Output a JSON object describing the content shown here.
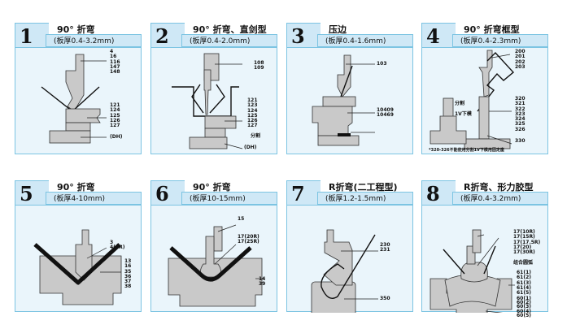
{
  "panels": [
    {
      "number": "1",
      "title": "90° 折弯",
      "range": "(板厚0.4-3.2mm)",
      "labels": [
        "4\n16\n116\n147\n148",
        "121\n124\n125\n126\n127",
        "(DH)"
      ]
    },
    {
      "number": "2",
      "title": "90° 折弯、直剑型",
      "range": "(板厚0.4-2.0mm)",
      "labels": [
        "108\n109",
        "121\n123\n124\n125\n126\n127",
        "分割",
        "(DH)"
      ]
    },
    {
      "number": "3",
      "title": "压边",
      "range": "(板厚0.4-1.6mm)",
      "labels": [
        "103",
        "10409\n10469"
      ]
    },
    {
      "number": "4",
      "title": "90° 折弯框型",
      "range": "(板厚0.4-2.3mm)",
      "labels": [
        "200\n201\n202\n203",
        "分割\n\n1V下模",
        "320\n321\n322\n323\n324\n325\n326",
        "330",
        "*320-326不能使用分割1V下模用固定座"
      ]
    },
    {
      "number": "5",
      "title": "90° 折弯",
      "range": "(板厚4-10mm)",
      "labels": [
        "3\n4(3R)",
        "13\n16\n35\n36\n37\n38"
      ]
    },
    {
      "number": "6",
      "title": "90° 折弯",
      "range": "(板厚10-15mm)",
      "labels": [
        "15",
        "17(20R)\n17(25R)",
        "14\n39"
      ]
    },
    {
      "number": "7",
      "title": "R折弯(二工程型)",
      "range": "(板厚1.2-1.5mm)",
      "labels": [
        "230\n231",
        "350"
      ]
    },
    {
      "number": "8",
      "title": "R折弯、形力胶型",
      "range": "(板厚0.4-3.2mm)",
      "labels": [
        "17(10R)\n17(15R)\n17(17.5R)\n17(20)\n17(30R)",
        "组合圆弧",
        "61(1)\n61(2)\n61(3)\n61(4)\n61(5)",
        "60(1)\n60(2)\n60(3)\n60(4)\n60(5)"
      ]
    }
  ],
  "colors": {
    "header": "#cfe8f6",
    "body": "#eaf5fb",
    "border": "#7cc4e2",
    "tool": "#c9c9c9"
  }
}
